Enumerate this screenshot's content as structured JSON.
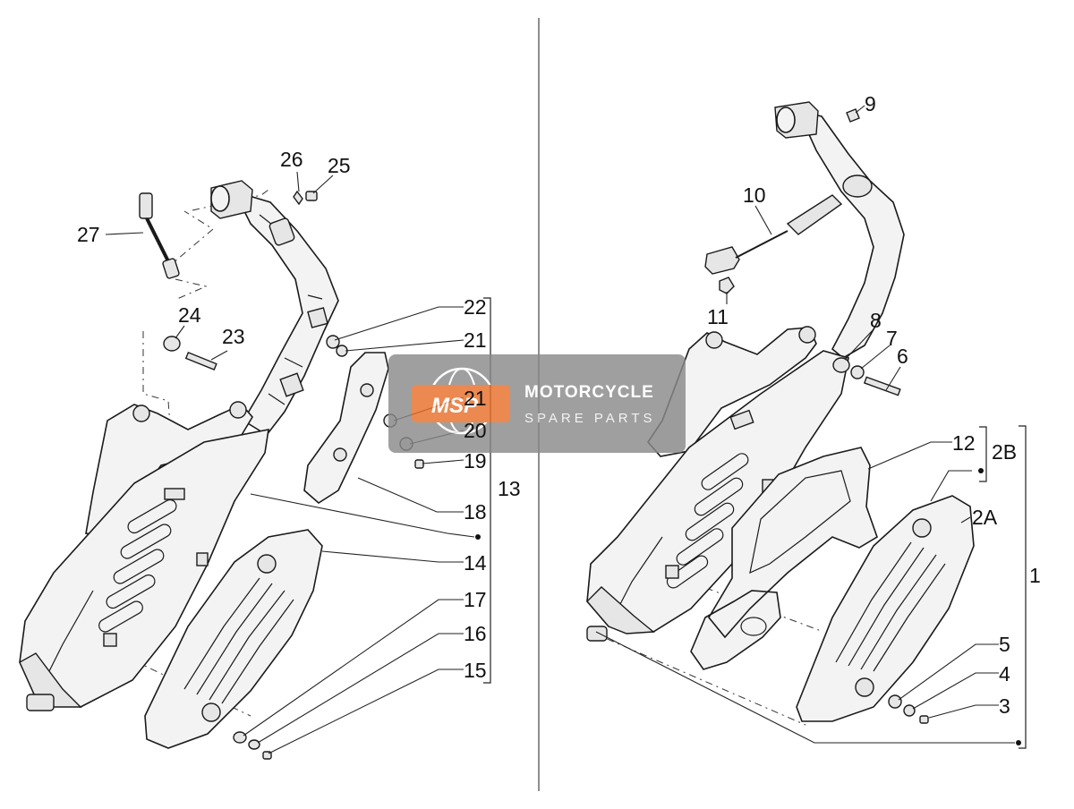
{
  "callouts": {
    "n1": "1",
    "n2A": "2A",
    "n2B": "2B",
    "n3": "3",
    "n4": "4",
    "n5": "5",
    "n6": "6",
    "n7": "7",
    "n8": "8",
    "n9": "9",
    "n10": "10",
    "n11": "11",
    "n12": "12",
    "n13": "13",
    "n14": "14",
    "n15": "15",
    "n16": "16",
    "n17": "17",
    "n18": "18",
    "n19": "19",
    "n20": "20",
    "n21a": "21",
    "n21b": "21",
    "n22": "22",
    "n23": "23",
    "n24": "24",
    "n25": "25",
    "n26": "26",
    "n27": "27"
  },
  "watermark": {
    "logo": "MSP",
    "title": "MOTORCYCLE",
    "subtitle": "SPARE PARTS",
    "accent_color": "#e8702a",
    "panel_color": "#8a8a8a"
  },
  "colors": {
    "line": "#1a1a1a",
    "part_fill": "#f3f3f3",
    "background": "#ffffff"
  }
}
